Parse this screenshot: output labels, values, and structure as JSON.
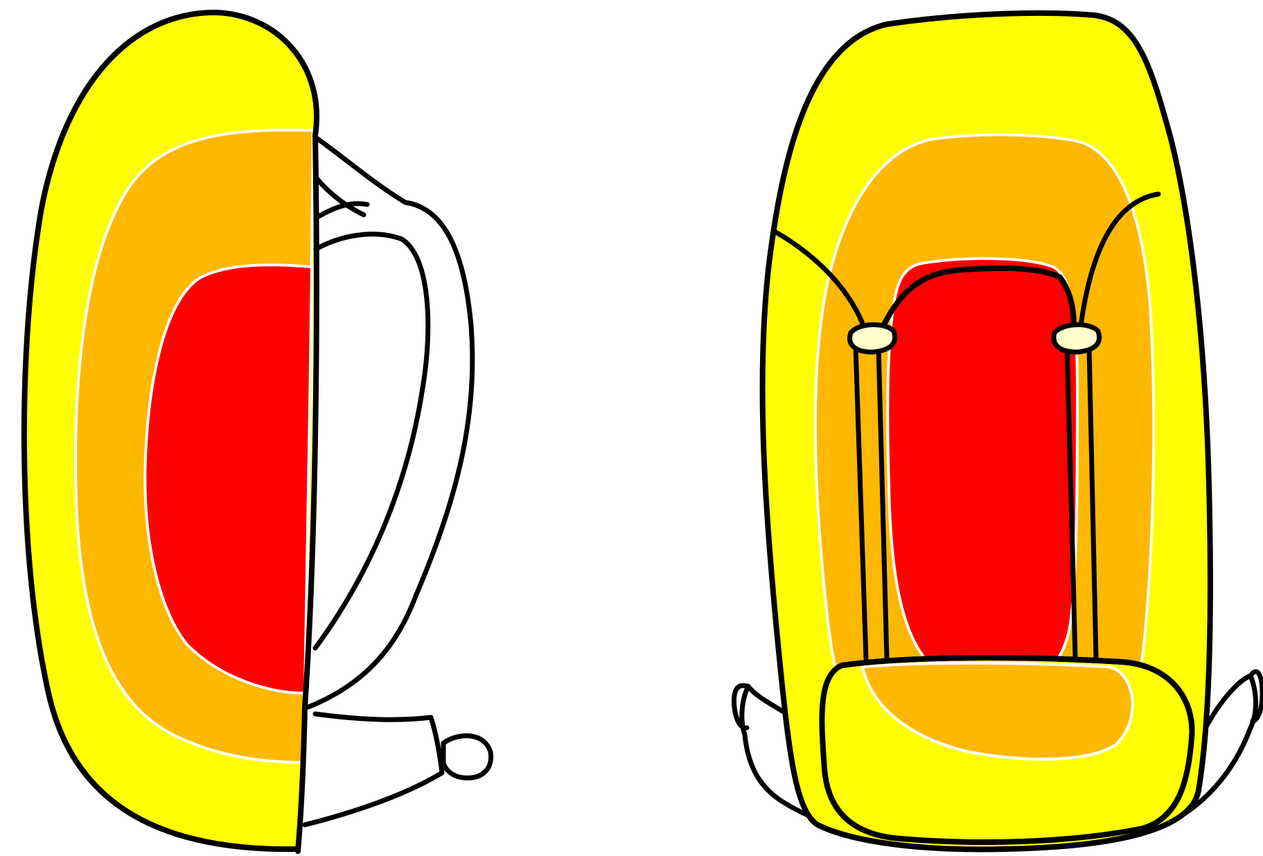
{
  "diagram": {
    "views": [
      {
        "id": "side-view",
        "zones": [
          "outer",
          "middle",
          "inner"
        ]
      },
      {
        "id": "back-view",
        "zones": [
          "outer",
          "middle",
          "inner"
        ]
      }
    ]
  },
  "colors": {
    "outer_zone": "#ffff00",
    "middle_zone": "#ffb800",
    "inner_zone": "#ff0000",
    "zone_border": "#ffffff",
    "outline": "#000000",
    "background": "#ffffff"
  }
}
